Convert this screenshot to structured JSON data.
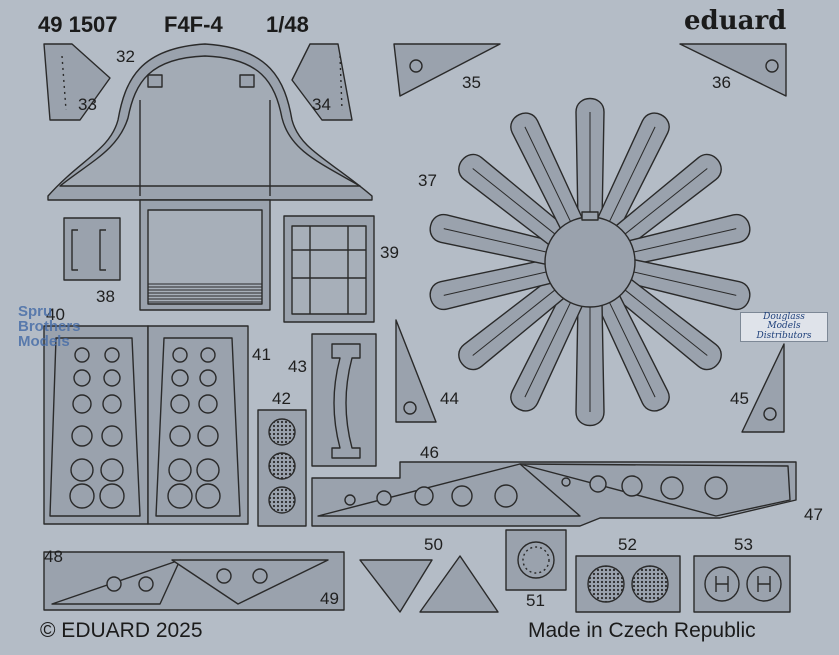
{
  "header": {
    "set_number": "49 1507",
    "aircraft": "F4F-4",
    "scale": "1/48",
    "brand": "eduard"
  },
  "parts": [
    {
      "id": "p32",
      "number": "32"
    },
    {
      "id": "p33",
      "number": "33"
    },
    {
      "id": "p34",
      "number": "34"
    },
    {
      "id": "p35",
      "number": "35"
    },
    {
      "id": "p36",
      "number": "36"
    },
    {
      "id": "p37",
      "number": "37"
    },
    {
      "id": "p38",
      "number": "38"
    },
    {
      "id": "p39",
      "number": "39"
    },
    {
      "id": "p40",
      "number": "40"
    },
    {
      "id": "p41",
      "number": "41"
    },
    {
      "id": "p42",
      "number": "42"
    },
    {
      "id": "p43",
      "number": "43"
    },
    {
      "id": "p44",
      "number": "44"
    },
    {
      "id": "p45",
      "number": "45"
    },
    {
      "id": "p46",
      "number": "46"
    },
    {
      "id": "p47",
      "number": "47"
    },
    {
      "id": "p48",
      "number": "48"
    },
    {
      "id": "p49",
      "number": "49"
    },
    {
      "id": "p50",
      "number": "50"
    },
    {
      "id": "p51",
      "number": "51"
    },
    {
      "id": "p52",
      "number": "52"
    },
    {
      "id": "p53",
      "number": "53"
    }
  ],
  "footer": {
    "copyright": "© EDUARD 2025",
    "origin": "Made in Czech Republic"
  },
  "watermark": {
    "line1": "Spru",
    "line2": "Brothers",
    "line3": "Models"
  },
  "distributor": {
    "line1": "Douglass",
    "line2": "Models",
    "line3": "Distributors"
  },
  "colors": {
    "sheet": "#b4bcc6",
    "fret": "#9aa2ad",
    "outline": "#2a2a2a",
    "watermark": "#4a6fa8",
    "distributor": "#1d3f7a"
  }
}
